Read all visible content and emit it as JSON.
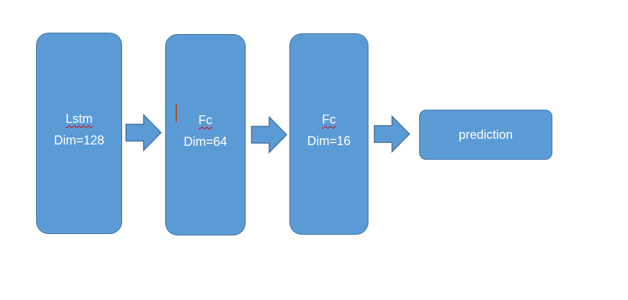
{
  "diagram": {
    "nodes": [
      {
        "id": "lstm",
        "name_label": "Lstm",
        "dim_label": "Dim=128"
      },
      {
        "id": "fc64",
        "name_label": "Fc",
        "dim_label": "Dim=64"
      },
      {
        "id": "fc16",
        "name_label": "Fc",
        "dim_label": "Dim=16"
      },
      {
        "id": "prediction",
        "name_label": "prediction"
      }
    ],
    "edges": [
      {
        "from": "lstm",
        "to": "fc64"
      },
      {
        "from": "fc64",
        "to": "fc16"
      },
      {
        "from": "fc16",
        "to": "prediction"
      }
    ],
    "colors": {
      "box_fill": "#5b9bd5",
      "box_border": "#41719c",
      "text": "#ffffff",
      "spellcheck_underline": "#d00000",
      "text_cursor": "#a0522d"
    }
  }
}
